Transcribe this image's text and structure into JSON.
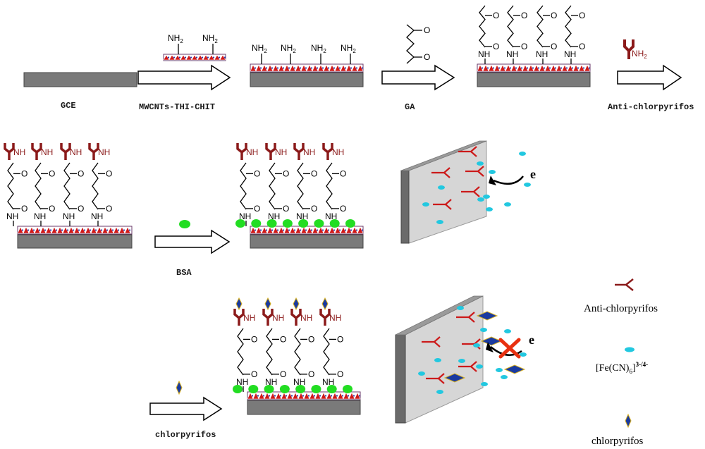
{
  "labels": {
    "gce": "GCE",
    "mwcnt": "MWCNTs-THI-CHIT",
    "ga": "GA",
    "anti_step": "Anti-chlorpyrifos",
    "bsa": "BSA",
    "chlorpyrifos_step": "chlorpyrifos",
    "electron": "e"
  },
  "chem": {
    "nh2": "NH",
    "sub2": "2",
    "nh": "NH",
    "o": "O"
  },
  "legend": {
    "antibody": "Anti-chlorpyrifos",
    "fe_main": "[Fe(CN)",
    "fe_sub": "6",
    "fe_close": "]",
    "fe_sup": "3-/4-",
    "analyte": "chlorpyrifos"
  },
  "colors": {
    "electrode": "#7a7a7a",
    "antibody": "#8b1a1a",
    "bsa": "#22dd22",
    "redox": "#22c8e0",
    "analyte": "#1a3aa0",
    "cross": "#e83010"
  }
}
